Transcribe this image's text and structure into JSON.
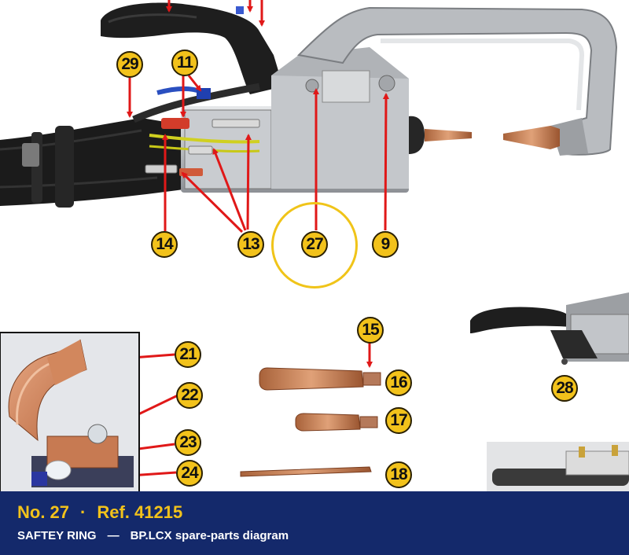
{
  "colors": {
    "callout_fill": "#f2c21b",
    "arrow": "#e01818",
    "highlight_ring": "#f0c419",
    "caption_bar": "#14296b",
    "caption_accent": "#f2c21b",
    "caption_text": "#ffffff"
  },
  "callouts": [
    "29",
    "11",
    "14",
    "13",
    "27",
    "9",
    "15",
    "16",
    "17",
    "18",
    "21",
    "22",
    "23",
    "24",
    "28"
  ],
  "caption": {
    "number_label": "No. 27",
    "dot": "·",
    "ref_label": "Ref. 41215",
    "part_name": "SAFTEY RING",
    "dash": "—",
    "diagram_name": "BP.LCX spare-parts diagram"
  }
}
